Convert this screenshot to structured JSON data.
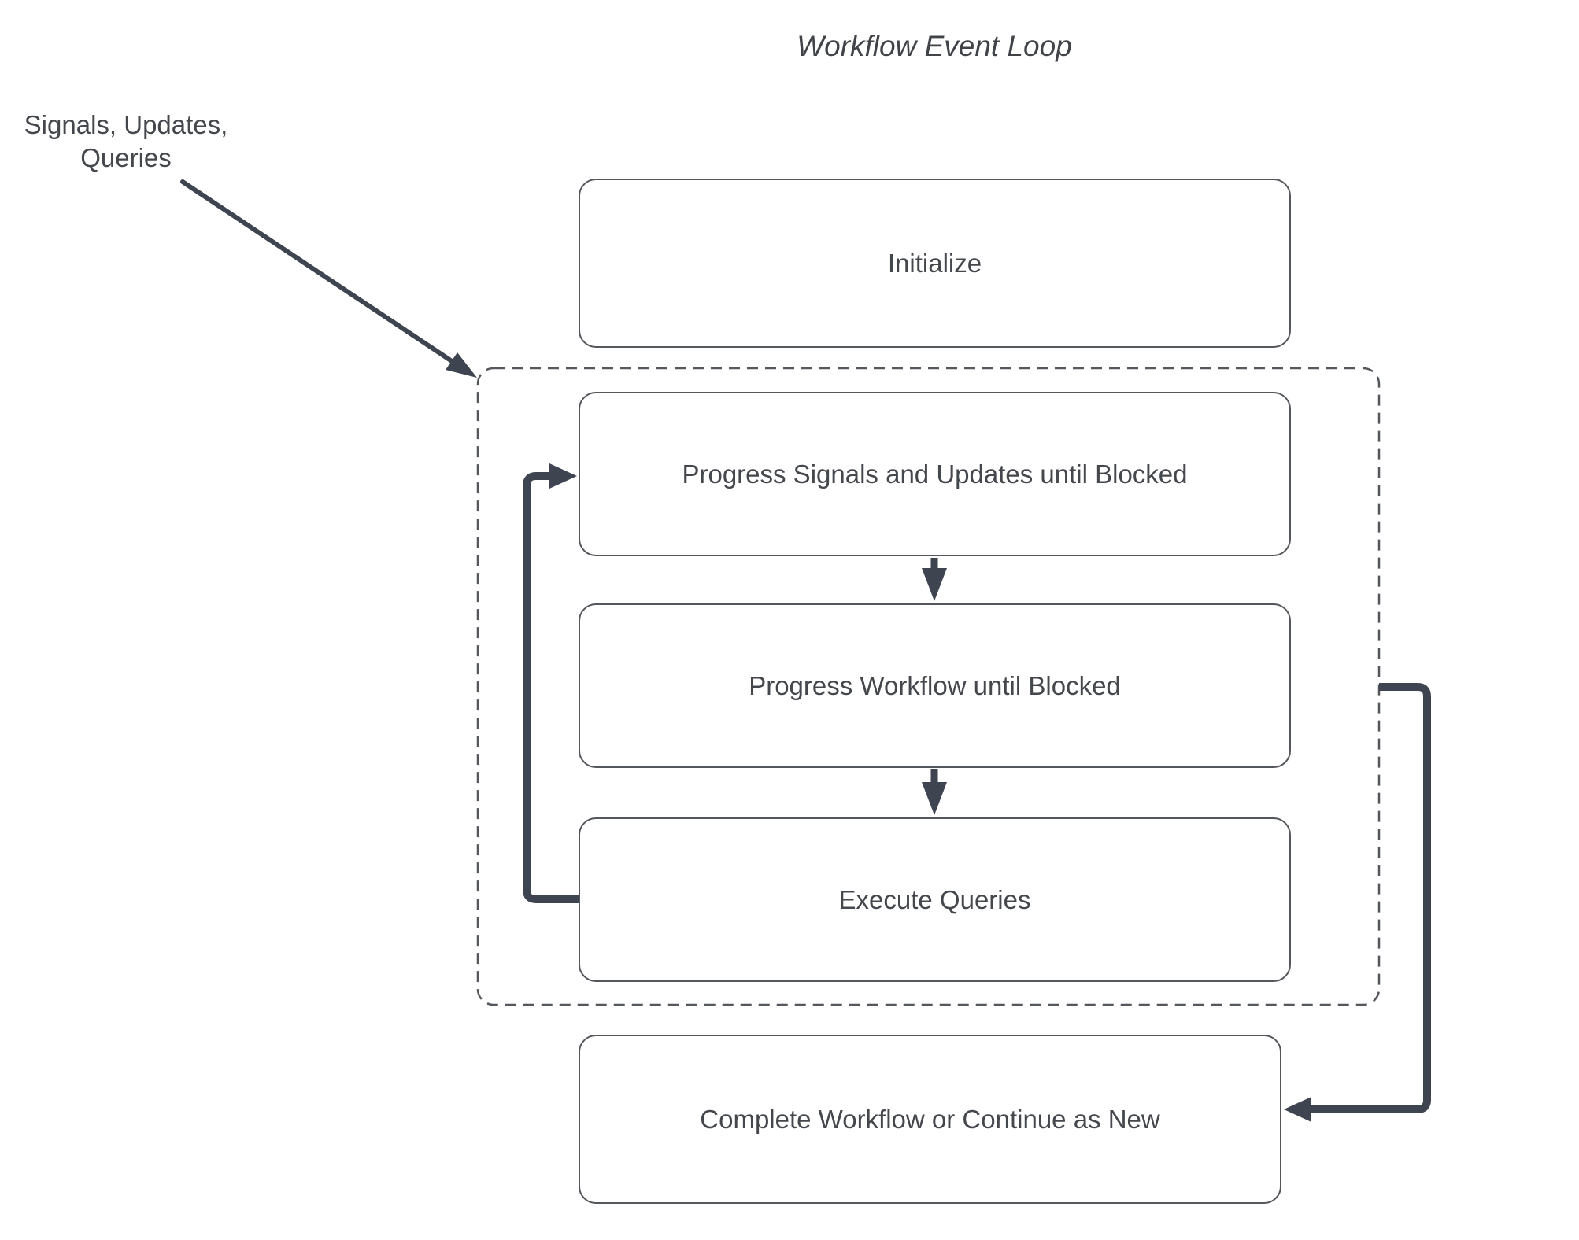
{
  "title": "Workflow Event Loop",
  "external_label": "Signals, Updates,\nQueries",
  "nodes": [
    {
      "id": "initialize",
      "label": "Initialize"
    },
    {
      "id": "progress-signals",
      "label": "Progress Signals and Updates until Blocked"
    },
    {
      "id": "progress-workflow",
      "label": "Progress Workflow until Blocked"
    },
    {
      "id": "execute-queries",
      "label": "Execute Queries"
    },
    {
      "id": "complete-or-continue",
      "label": "Complete Workflow or Continue as New"
    }
  ],
  "group": {
    "id": "event-loop-group",
    "contains": [
      "progress-signals",
      "progress-workflow",
      "execute-queries"
    ]
  },
  "edges": [
    {
      "from": "external-signals-updates-queries-label",
      "to": "event-loop-group",
      "style": "thin-diagonal-arrow"
    },
    {
      "from": "progress-signals",
      "to": "progress-workflow",
      "style": "thick-down-arrow"
    },
    {
      "from": "progress-workflow",
      "to": "execute-queries",
      "style": "thick-down-arrow"
    },
    {
      "from": "execute-queries",
      "to": "progress-signals",
      "style": "thick-left-loop-arrow"
    },
    {
      "from": "event-loop-group",
      "to": "complete-or-continue",
      "style": "thick-right-elbow-arrow"
    }
  ],
  "colors": {
    "arrow": "#3e4450",
    "border": "#54575c",
    "text": "#44474c",
    "background": "#ffffff"
  }
}
